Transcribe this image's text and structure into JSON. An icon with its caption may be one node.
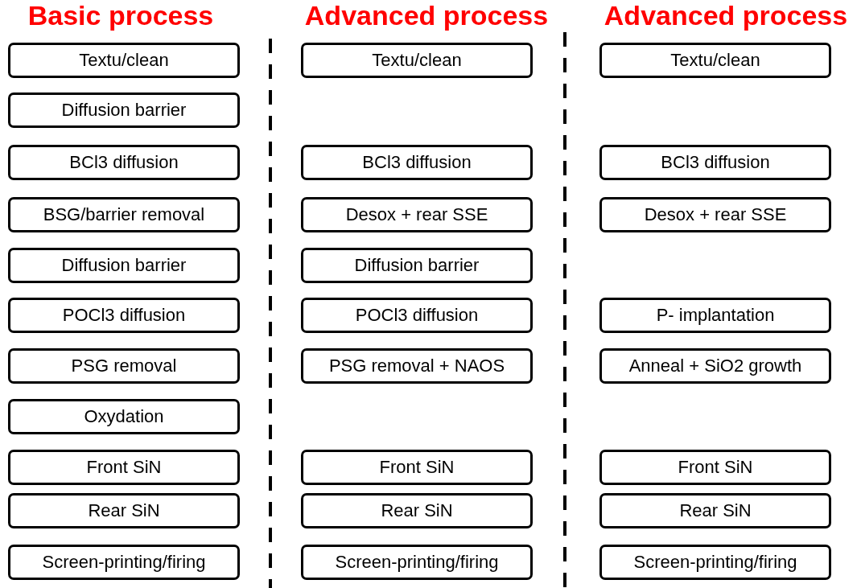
{
  "diagram": {
    "nodes": [
      {
        "text": [
          "Textu/clean"
        ]
      },
      {
        "text": [
          "Diffusion barrier"
        ]
      },
      {
        "text": [
          "BCl3 diffusion"
        ]
      },
      {
        "text": [
          "BSG/barrier removal"
        ]
      },
      {
        "text": [
          "Diffusion barrier"
        ]
      },
      {
        "text": [
          "POCl3 diffusion"
        ]
      },
      {
        "text": [
          "PSG removal"
        ]
      },
      {
        "text": [
          "Oxydation"
        ]
      },
      {
        "text": [
          "Front SiN"
        ]
      },
      {
        "text": [
          "Rear SiN"
        ]
      },
      {
        "text": [
          "Screen-printing/firing"
        ]
      },
      {
        "text": [
          "Textu/clean"
        ]
      },
      {
        "text": [
          "BCl3 diffusion"
        ]
      },
      {
        "text": [
          "Desox + rear SSE"
        ]
      },
      {
        "text": [
          "Diffusion barrier"
        ]
      },
      {
        "text": [
          "POCl3 diffusion"
        ]
      },
      {
        "text": [
          "PSG removal + NAOS"
        ]
      },
      {
        "text": [
          "Front SiN"
        ]
      },
      {
        "text": [
          "Rear SiN"
        ]
      },
      {
        "text": [
          "Screen-printing/firing"
        ]
      },
      {
        "text": [
          "Textu/clean"
        ]
      },
      {
        "text": [
          "BCl3 diffusion"
        ]
      },
      {
        "text": [
          "Desox + rear SSE"
        ]
      },
      {
        "text": [
          "P- implantation"
        ]
      },
      {
        "text": [
          "Anneal + SiO2 growth"
        ]
      },
      {
        "text": [
          "Front SiN"
        ]
      },
      {
        "text": [
          "Rear SiN"
        ]
      },
      {
        "text": [
          "Screen-printing/firing"
        ]
      }
    ],
    "edges": [],
    "labels": [
      "Basic process",
      "Advanced process",
      "Advanced process"
    ]
  }
}
